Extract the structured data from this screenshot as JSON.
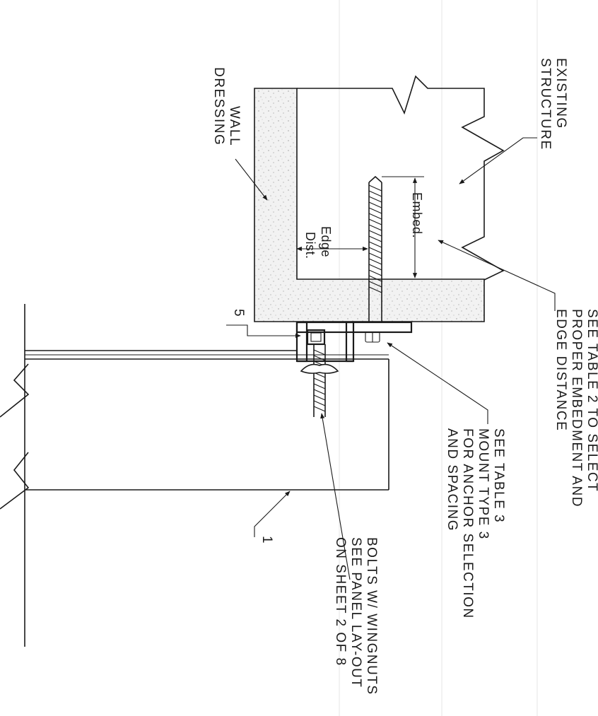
{
  "labels": {
    "existing_structure": [
      "EXISTING",
      "STRUCTURE"
    ],
    "wall_dressing": [
      "WALL",
      "DRESSING"
    ],
    "embed": "Embed.",
    "edge_dist": [
      "Edge",
      "Dist."
    ],
    "see_table_2": [
      "SEE TABLE 2 TO SELECT",
      "PROPER EMBEDMENT AND",
      "EDGE DISTANCE"
    ],
    "see_table_3": [
      "SEE TABLE 3",
      "MOUNT TYPE 3",
      "FOR ANCHOR SELECTION",
      "AND SPACING"
    ],
    "bolts": [
      "BOLTS W/ WINGNUTS",
      "SEE PANEL LAY-OUT",
      "ON SHEET 2 OF 8"
    ],
    "callout_5": "5",
    "callout_1": "1"
  },
  "colors": {
    "line": "#1a1a1a",
    "concrete": "#ececec",
    "background": "#ffffff"
  }
}
